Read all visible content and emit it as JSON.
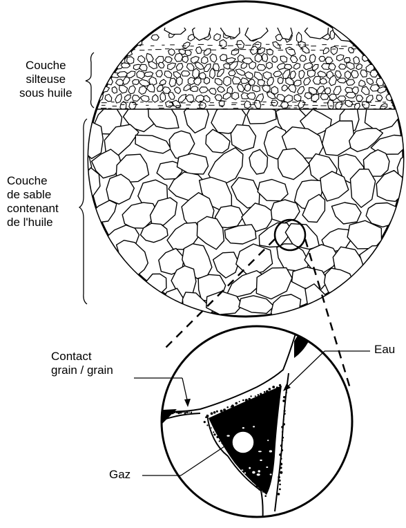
{
  "labels": {
    "silt_layer": [
      "Couche",
      "silteuse",
      "sous huile"
    ],
    "sand_layer": [
      "Couche",
      "de sable",
      "contenant",
      "de l'huile"
    ],
    "contact": [
      "Contact",
      "grain / grain"
    ],
    "water": "Eau",
    "gas": "Gaz"
  },
  "colors": {
    "ink": "#000000",
    "paper": "#ffffff"
  }
}
